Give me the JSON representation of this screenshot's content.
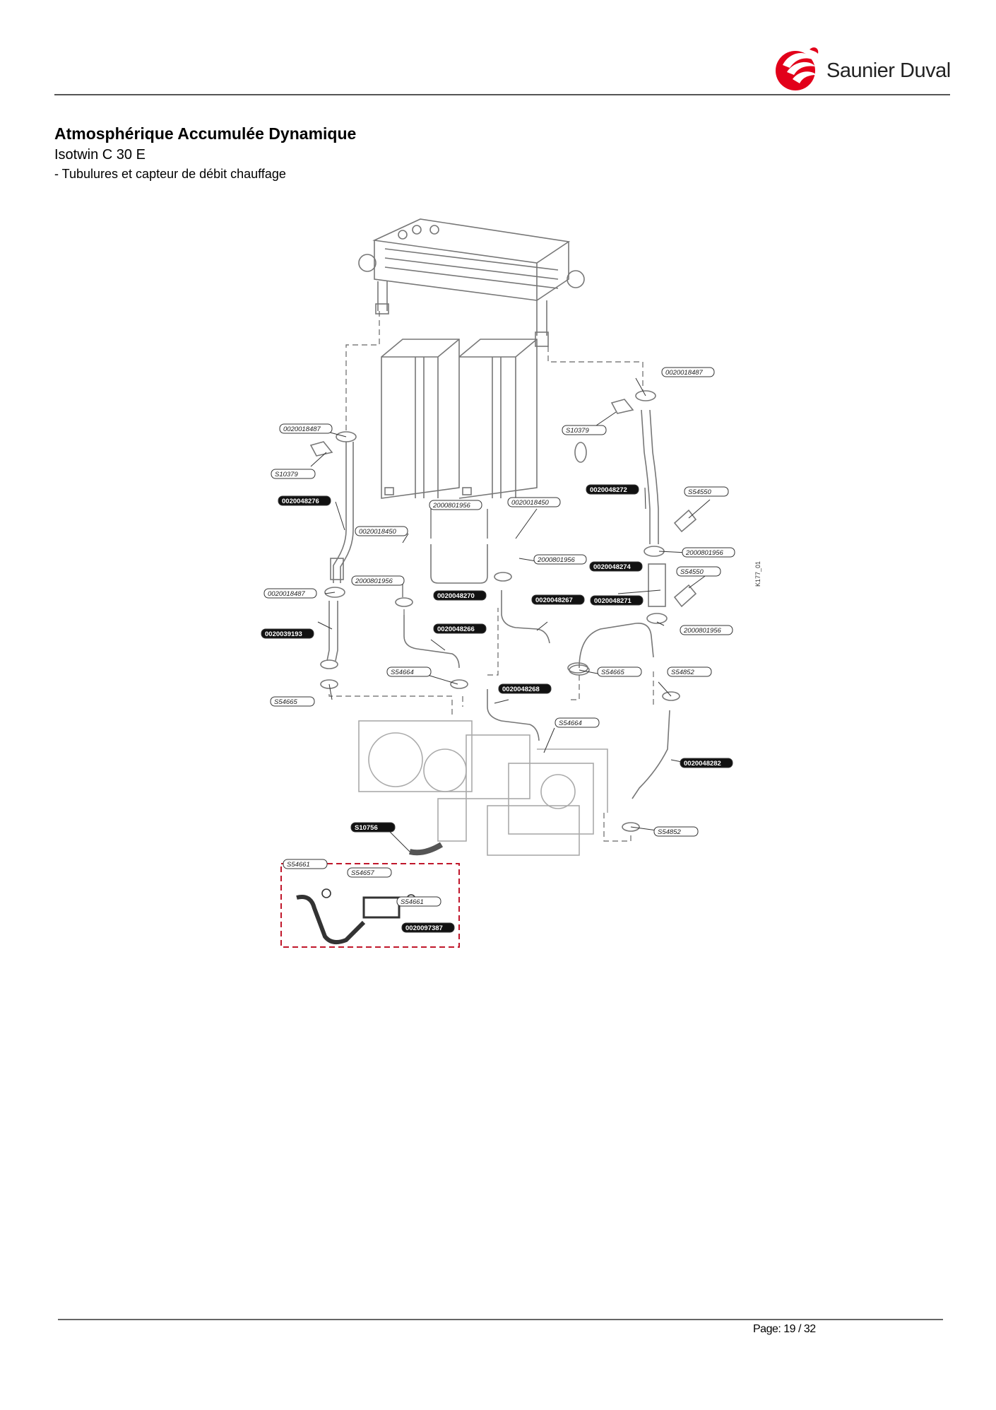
{
  "header": {
    "brand_name": "Saunier Duval",
    "brand_color": "#e2001a"
  },
  "document": {
    "title": "Atmosphérique Accumulée Dynamique",
    "model": "Isotwin C 30 E",
    "subtitle": "- Tubulures et capteur de débit chauffage"
  },
  "diagram": {
    "figure_code": "K177_01",
    "labels": [
      {
        "text": "0020018487",
        "style": "outline"
      },
      {
        "text": "0020018487",
        "style": "outline"
      },
      {
        "text": "S10379",
        "style": "outline"
      },
      {
        "text": "S10379",
        "style": "outline"
      },
      {
        "text": "0020048276",
        "style": "filled"
      },
      {
        "text": "0020048272",
        "style": "filled"
      },
      {
        "text": "S54550",
        "style": "outline"
      },
      {
        "text": "2000801956",
        "style": "outline"
      },
      {
        "text": "0020018450",
        "style": "outline"
      },
      {
        "text": "0020018450",
        "style": "outline"
      },
      {
        "text": "2000801956",
        "style": "outline"
      },
      {
        "text": "2000801956",
        "style": "outline"
      },
      {
        "text": "0020048274",
        "style": "filled"
      },
      {
        "text": "S54550",
        "style": "outline"
      },
      {
        "text": "0020018487",
        "style": "outline"
      },
      {
        "text": "2000801956",
        "style": "outline"
      },
      {
        "text": "0020048270",
        "style": "filled"
      },
      {
        "text": "0020048267",
        "style": "filled"
      },
      {
        "text": "0020048271",
        "style": "filled"
      },
      {
        "text": "0020039193",
        "style": "filled"
      },
      {
        "text": "0020048266",
        "style": "filled"
      },
      {
        "text": "2000801956",
        "style": "outline"
      },
      {
        "text": "S54664",
        "style": "outline"
      },
      {
        "text": "S54665",
        "style": "outline"
      },
      {
        "text": "S54852",
        "style": "outline"
      },
      {
        "text": "0020048268",
        "style": "filled"
      },
      {
        "text": "S54665",
        "style": "outline"
      },
      {
        "text": "S54664",
        "style": "outline"
      },
      {
        "text": "0020048282",
        "style": "filled"
      },
      {
        "text": "S10756",
        "style": "filled"
      },
      {
        "text": "S54852",
        "style": "outline"
      },
      {
        "text": "S54661",
        "style": "outline"
      },
      {
        "text": "S54657",
        "style": "outline"
      },
      {
        "text": "S54661",
        "style": "outline"
      },
      {
        "text": "0020097387",
        "style": "filled"
      }
    ]
  },
  "footer": {
    "page_label": "Page: 19 / 32"
  }
}
